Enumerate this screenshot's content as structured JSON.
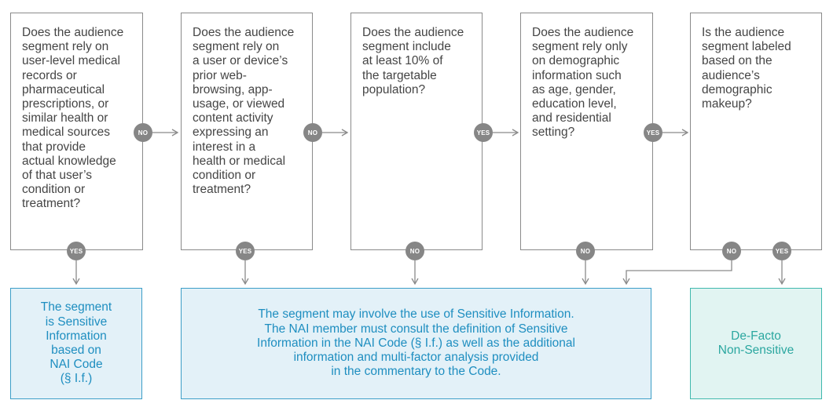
{
  "questions": [
    "Does the audience\nsegment rely on\nuser-level medical\nrecords or\npharmaceutical\nprescriptions, or\nsimilar health or\nmedical sources\nthat provide\nactual knowledge\nof that user’s\ncondition or\ntreatment?",
    "Does the audience\nsegment rely on\na user or device’s\nprior web-\nbrowsing, app-\nusage, or viewed\ncontent activity\nexpressing an\ninterest in a\nhealth or medical\ncondition or\ntreatment?",
    "Does the audience\nsegment include\nat least 10% of\nthe targetable\npopulation?",
    "Does the audience\nsegment rely only\non demographic\ninformation such\nas age, gender,\neducation level,\nand residential\nsetting?",
    "Is the audience\nsegment labeled\nbased on the\naudience’s\ndemographic\nmakeup?"
  ],
  "badges": {
    "q1_right": "NO",
    "q2_right": "NO",
    "q3_right": "YES",
    "q4_right": "YES",
    "q1_bottom": "YES",
    "q2_bottom": "YES",
    "q3_bottom": "NO",
    "q4_bottom": "NO",
    "q5_bottom_no": "NO",
    "q5_bottom_yes": "YES"
  },
  "outcomes": {
    "sensitive": "The segment\nis Sensitive\nInformation\nbased on\nNAI Code\n(§ I.f.)",
    "may_involve": "The segment may involve the use of Sensitive Information.\nThe NAI member must consult the definition of Sensitive\nInformation in the NAI Code (§ I.f.) as well as the additional\ninformation and multi-factor analysis provided\nin the commentary to the Code.",
    "de_facto": "De-Facto\nNon-Sensitive"
  },
  "colors": {
    "badge": "#868686",
    "arrow": "#8a8a8a",
    "box_border": "#8a8a8a",
    "question_text": "#454545",
    "outcome_blue_text": "#1e8ec0",
    "outcome_blue_fill": "#e3f1f8",
    "outcome_teal_text": "#2ba7a0",
    "outcome_teal_fill": "#e1f4f2"
  }
}
